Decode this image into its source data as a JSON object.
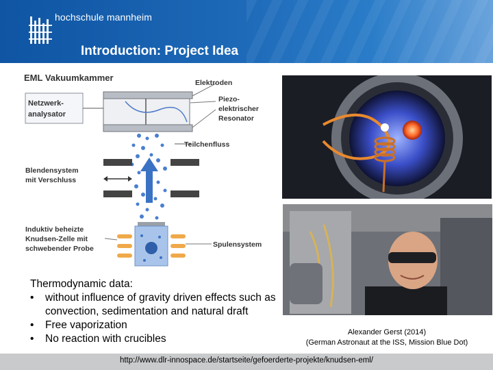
{
  "header": {
    "brand": "hochschule mannheim",
    "title": "Introduction:  Project Idea"
  },
  "diagram": {
    "heading": "EML Vakuumkammer",
    "box_label_line1": "Netzwerk-",
    "box_label_line2": "analysator",
    "electrodes": "Elektroden",
    "piezo_line1": "Piezo-",
    "piezo_line2": "elektrischer",
    "piezo_line3": "Resonator",
    "particle_flow": "Teilchenfluss",
    "aperture_line1": "Blendensystem",
    "aperture_line2": "mit Verschluss",
    "cell_line1": "Induktiv beheizte",
    "cell_line2": "Knudsen-Zelle mit",
    "cell_line3": "schwebender Probe",
    "coil_system": "Spulensystem"
  },
  "text": {
    "heading": "Thermodynamic data:",
    "items": [
      "without influence of gravity driven effects such as convection, sedimentation and natural draft",
      "Free vaporization",
      "No reaction with crucibles"
    ]
  },
  "caption": {
    "line1": "Alexander Gerst (2014)",
    "line2": "(German Astronaut at the ISS, Mission Blue Dot)"
  },
  "footer": {
    "url": "http://www.dlr-innospace.de/startseite/gefoerderte-projekte/knudsen-eml/"
  },
  "colors": {
    "header_blue": "#1c67b6",
    "arrow_blue": "#3a73c4",
    "coil_orange": "#f0a94a",
    "footer_gray": "#c9cacc"
  }
}
